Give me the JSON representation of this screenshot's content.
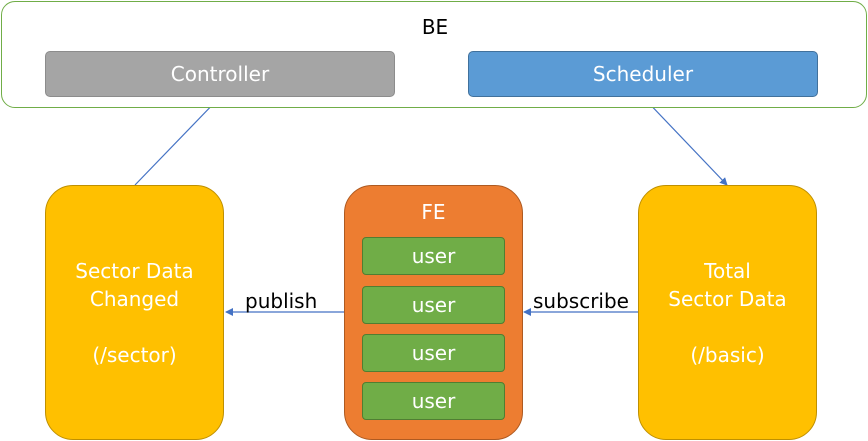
{
  "colors": {
    "container_border": "#70ad47",
    "controller_fill": "#a5a5a5",
    "scheduler_fill": "#5b9bd5",
    "yellow_fill": "#ffc000",
    "fe_fill": "#ed7d31",
    "user_fill": "#70ad47",
    "arrow": "#4472c4"
  },
  "be": {
    "title": "BE",
    "controller": "Controller",
    "scheduler": "Scheduler"
  },
  "fe": {
    "title": "FE",
    "users": [
      "user",
      "user",
      "user",
      "user"
    ]
  },
  "sector_changed": {
    "line1": "Sector Data",
    "line2": "Changed",
    "line3": "(/sector)"
  },
  "total_sector": {
    "line1": "Total",
    "line2": "Sector Data",
    "line3": "(/basic)"
  },
  "edges": {
    "publish": "publish",
    "subscribe": "subscribe"
  }
}
